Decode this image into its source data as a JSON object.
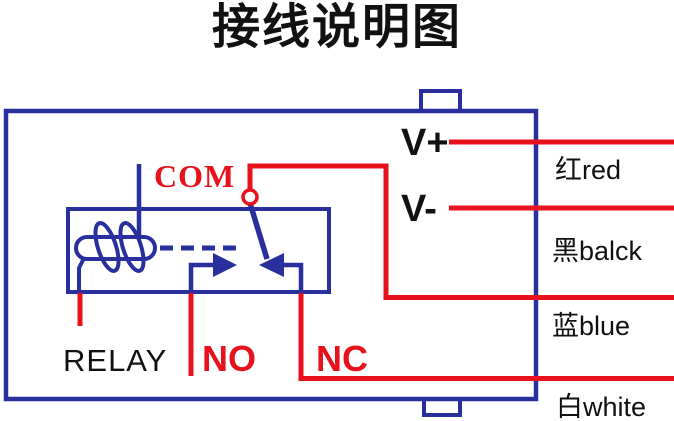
{
  "title": "接线说明图",
  "colors": {
    "wire_blue": "#2a2f9e",
    "wire_red": "#e8121c",
    "label_black": "#111111"
  },
  "relay_module": {
    "name_label": "RELAY",
    "contacts": {
      "com": "COM",
      "no": "NO",
      "nc": "NC"
    }
  },
  "power_terminals": {
    "positive": "V+",
    "negative": "V-"
  },
  "wire_legend": [
    {
      "label": "红red",
      "color_name": "red"
    },
    {
      "label": "黑balck",
      "color_name": "black"
    },
    {
      "label": "蓝blue",
      "color_name": "blue"
    },
    {
      "label": "白white",
      "color_name": "white"
    }
  ]
}
